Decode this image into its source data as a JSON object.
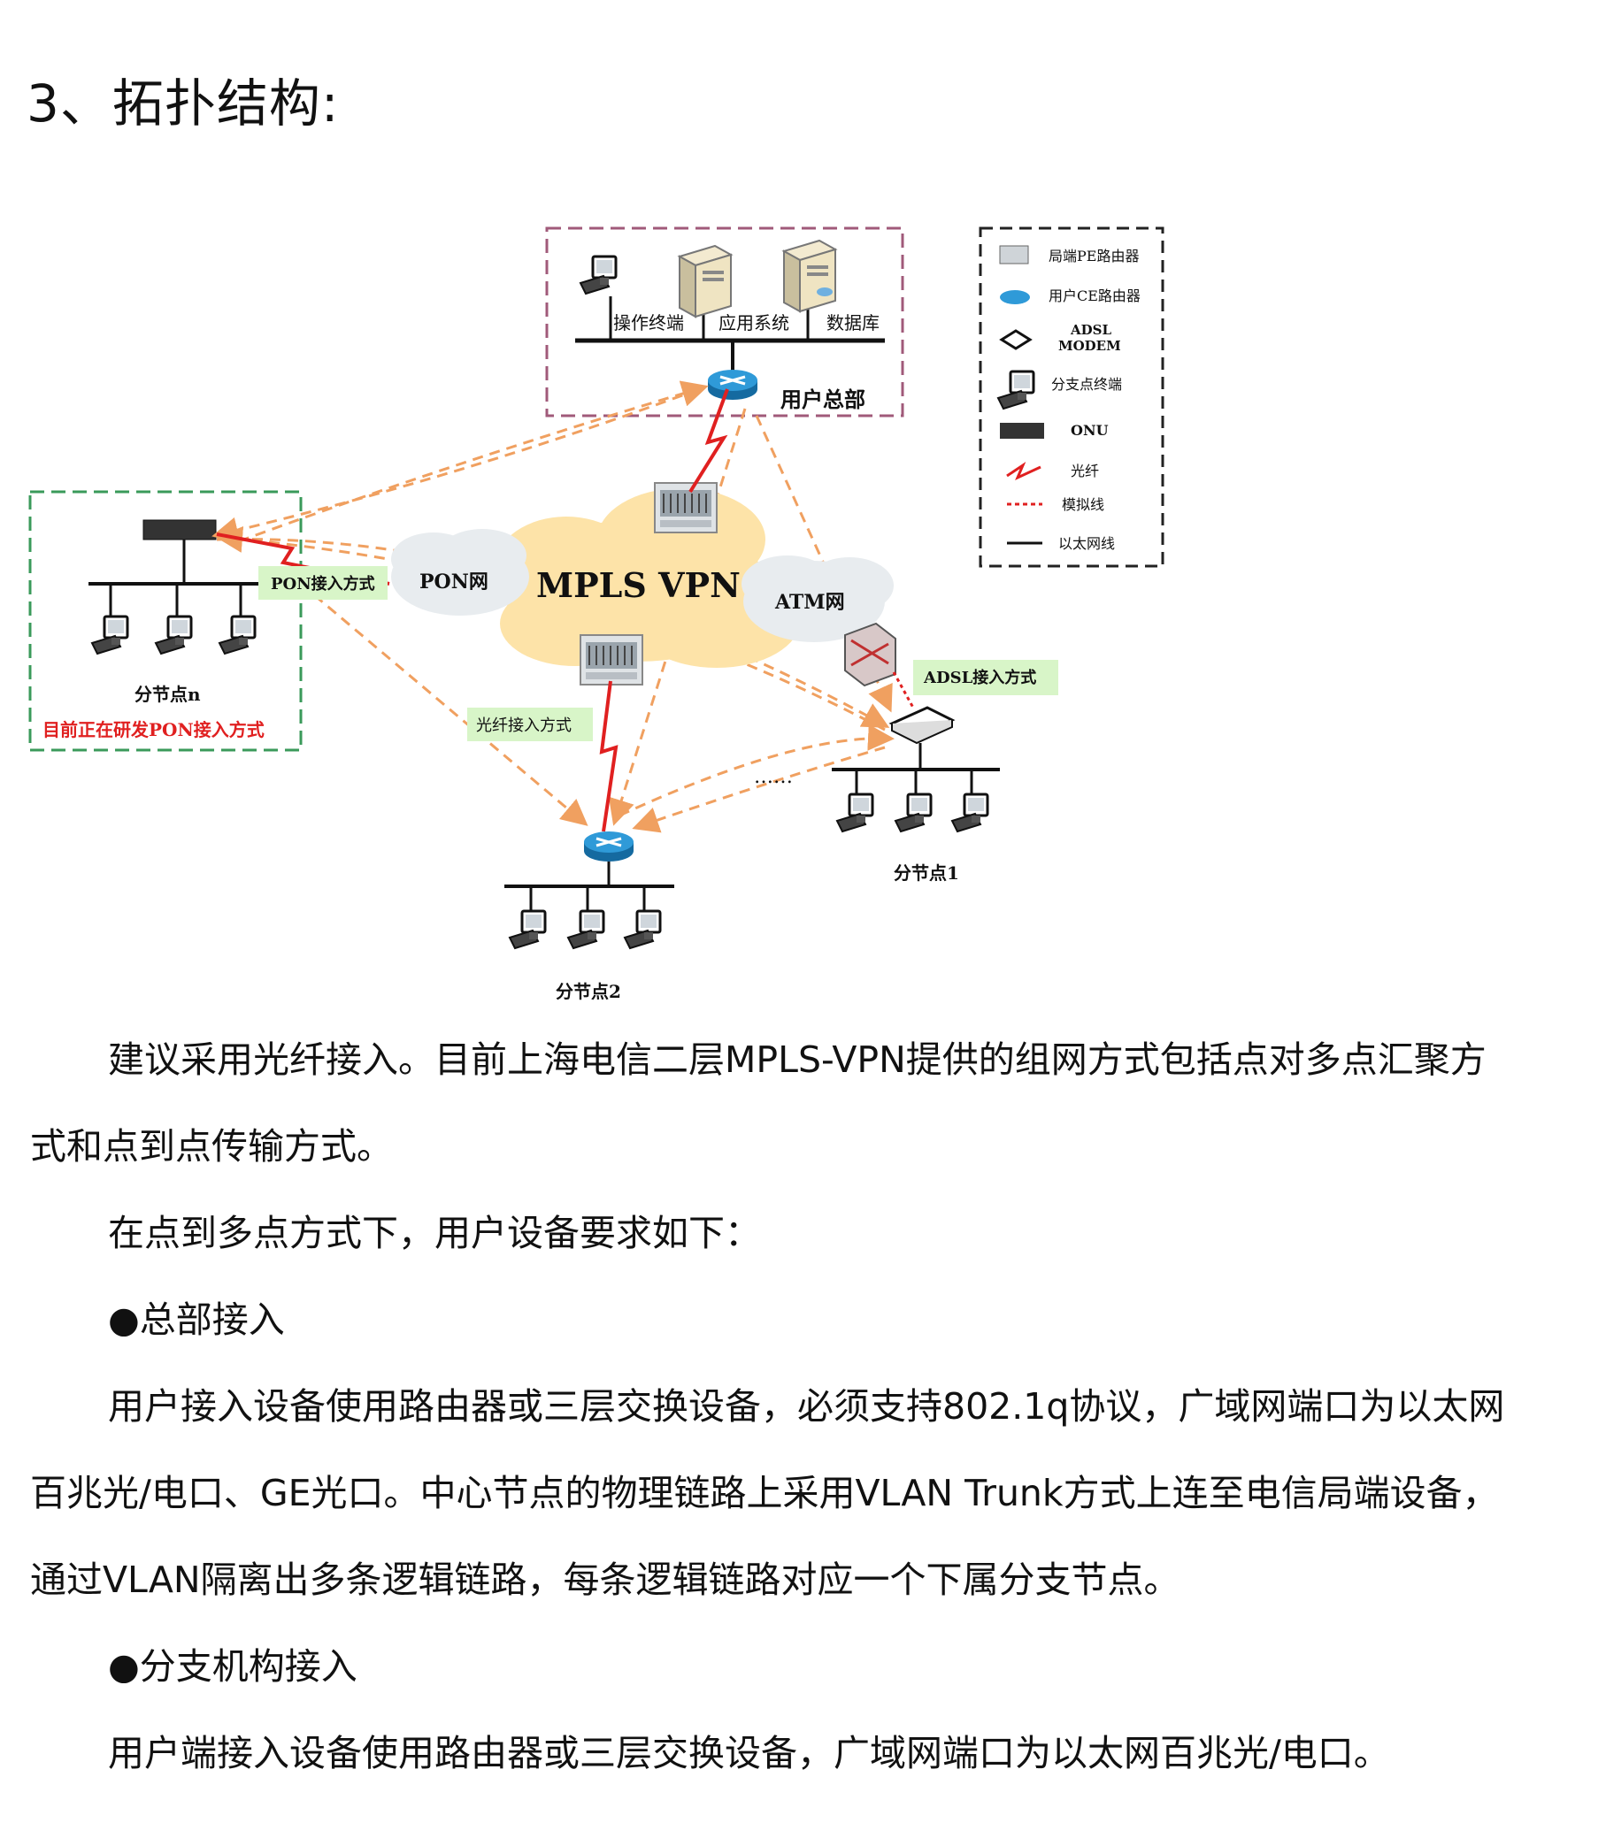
{
  "heading": "3、拓扑结构:",
  "diagram": {
    "hq": {
      "terminal_label": "操作终端",
      "app_label": "应用系统",
      "db_label": "数据库",
      "title": "用户总部"
    },
    "clouds": {
      "mpls": "MPLS VPN",
      "pon": "PON网",
      "atm": "ATM网"
    },
    "branch_n": {
      "label": "分节点n",
      "note": "目前正在研发PON接入方式"
    },
    "branch_1": {
      "label": "分节点1"
    },
    "branch_2": {
      "label": "分节点2"
    },
    "tags": {
      "pon_access": "PON接入方式",
      "fiber_access": "光纤接入方式",
      "adsl_access": "ADSL接入方式"
    },
    "ellipsis": "……",
    "legend": {
      "pe_router": "局端PE路由器",
      "ce_router": "用户CE路由器",
      "adsl_line1": "ADSL",
      "adsl_line2": "MODEM",
      "branch_terminal": "分支点终端",
      "onu": "ONU",
      "fiber": "光纤",
      "analog": "模拟线",
      "ethernet": "以太网线"
    },
    "colors": {
      "hq_border": "#a05a7a",
      "branch_border": "#3a9a5a",
      "dashed_link": "#f0a060",
      "fiber": "#e02020",
      "cloud_mpls": "#fde3a8",
      "cloud_grey": "#e8ecef",
      "tag_bg": "#d8f5c8",
      "router": "#1e88c8",
      "note_red": "#e02020"
    }
  },
  "body": {
    "p1_line1": "建议采用光纤接入。目前上海电信二层MPLS-VPN提供的组网方式包括点对多点汇聚方",
    "p1_line2": "式和点到点传输方式。",
    "p2": "在点到多点方式下，用户设备要求如下：",
    "bullet1": "●总部接入",
    "p3_line1": "用户接入设备使用路由器或三层交换设备，必须支持802.1q协议，广域网端口为以太网",
    "p3_line2": "百兆光/电口、GE光口。中心节点的物理链路上采用VLAN Trunk方式上连至电信局端设备，",
    "p3_line3": "通过VLAN隔离出多条逻辑链路，每条逻辑链路对应一个下属分支节点。",
    "bullet2": "●分支机构接入",
    "p4": "用户端接入设备使用路由器或三层交换设备，广域网端口为以太网百兆光/电口。"
  }
}
